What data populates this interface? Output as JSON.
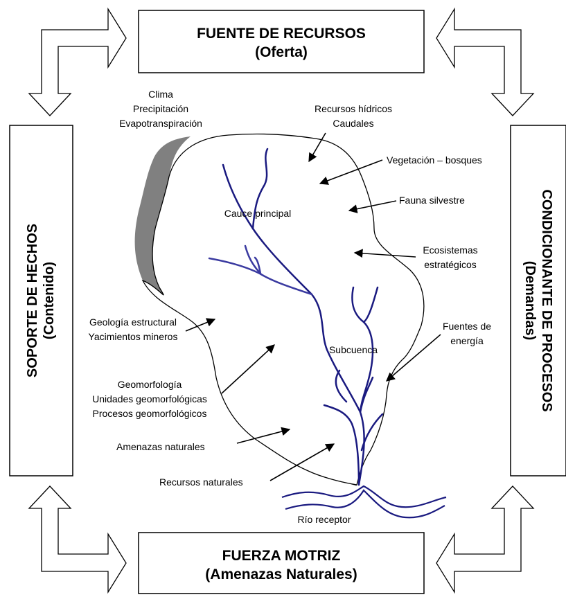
{
  "boxes": {
    "top": {
      "line1": "FUENTE DE RECURSOS",
      "line2": "(Oferta)"
    },
    "bottom": {
      "line1": "FUERZA MOTRIZ",
      "line2": "(Amenazas Naturales)"
    },
    "left": {
      "line1": "SOPORTE DE HECHOS",
      "line2": "(Contenido)"
    },
    "right": {
      "line1": "CONDICIONANTE DE PROCESOS",
      "line2": "(Demandas)"
    }
  },
  "labels": {
    "clima": [
      "Clima",
      "Precipitación",
      "Evapotranspiración"
    ],
    "recursos_hidricos": [
      "Recursos hídricos",
      "Caudales"
    ],
    "vegetacion": "Vegetación – bosques",
    "fauna": "Fauna silvestre",
    "ecosistemas": [
      "Ecosistemas",
      "estratégicos"
    ],
    "cauce_principal": "Cauce principal",
    "geologia": [
      "Geología estructural",
      "Yacimientos mineros"
    ],
    "subcuenca": "Subcuenca",
    "fuentes_energia": [
      "Fuentes de",
      "energía"
    ],
    "geomorfologia": [
      "Geomorfología",
      "Unidades geomorfológicas",
      "Procesos geomorfológicos"
    ],
    "amenazas": "Amenazas naturales",
    "recursos_naturales": "Recursos naturales",
    "rio_receptor": "Río receptor"
  },
  "colors": {
    "river": "#1a1a80",
    "river_light": "#3a3aa0",
    "shadow": "#808080",
    "stroke": "#000000"
  }
}
